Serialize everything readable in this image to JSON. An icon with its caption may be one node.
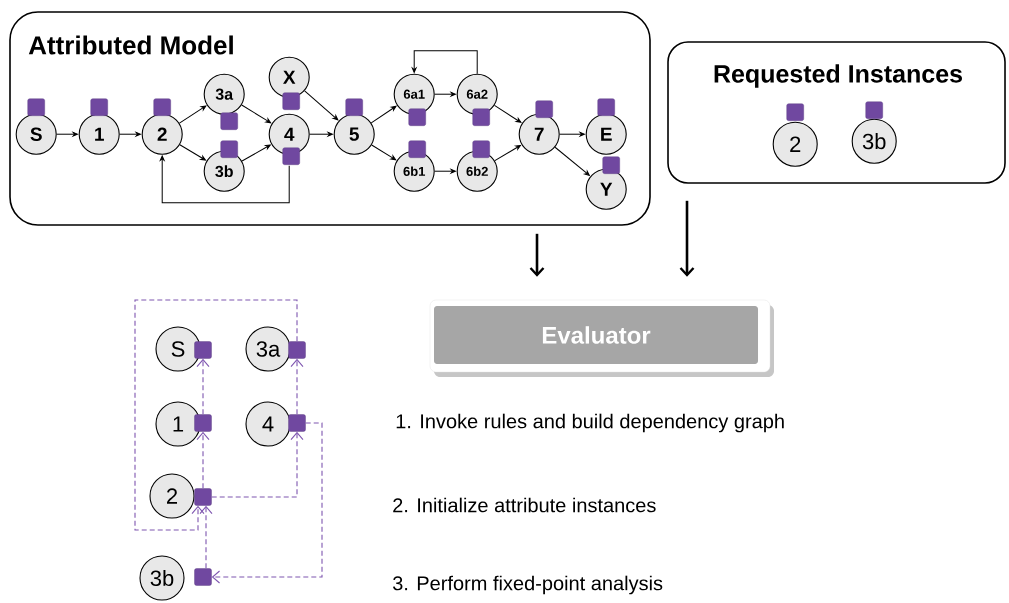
{
  "diagram": {
    "nodes": [
      {
        "text": [
          "Attributed Model"
        ]
      },
      {
        "text": [
          "S"
        ],
        "in": 0
      },
      {
        "text": [
          "1"
        ],
        "in": 0
      },
      {
        "text": [
          "2"
        ],
        "in": 0
      },
      {
        "text": [
          "3a"
        ],
        "in": 0
      },
      {
        "text": [
          "3b"
        ],
        "in": 0
      },
      {
        "text": [
          "X"
        ],
        "in": 0
      },
      {
        "text": [
          "4"
        ],
        "in": 0
      },
      {
        "text": [
          "5"
        ],
        "in": 0
      },
      {
        "text": [
          "6a1"
        ],
        "in": 0
      },
      {
        "text": [
          "6b1"
        ],
        "in": 0
      },
      {
        "text": [
          "6a2"
        ],
        "in": 0
      },
      {
        "text": [
          "6b2"
        ],
        "in": 0
      },
      {
        "text": [
          "7"
        ],
        "in": 0
      },
      {
        "text": [
          "E"
        ],
        "in": 0
      },
      {
        "text": [
          "Y"
        ],
        "in": 0
      },
      {
        "text": [],
        "shape": "box",
        "in": 0
      },
      {
        "text": [],
        "shape": "box",
        "in": 0
      },
      {
        "text": [],
        "shape": "box",
        "in": 0
      },
      {
        "text": [],
        "shape": "box",
        "in": 0
      },
      {
        "text": [],
        "shape": "box",
        "in": 0
      },
      {
        "text": [],
        "shape": "box",
        "in": 0
      },
      {
        "text": [],
        "shape": "box",
        "in": 0
      },
      {
        "text": [],
        "shape": "box",
        "in": 0
      },
      {
        "text": [],
        "shape": "box",
        "in": 0
      },
      {
        "text": [],
        "shape": "box",
        "in": 0
      },
      {
        "text": [],
        "shape": "box",
        "in": 0
      },
      {
        "text": [],
        "shape": "box",
        "in": 0
      },
      {
        "text": [],
        "shape": "box",
        "in": 0
      },
      {
        "text": [],
        "shape": "box",
        "in": 0
      },
      {
        "text": [],
        "shape": "box",
        "in": 0
      },
      {
        "text": [
          "Requested Instances"
        ]
      },
      {
        "text": [
          "2"
        ],
        "in": 31
      },
      {
        "text": [
          "3b"
        ],
        "in": 31
      },
      {
        "text": [],
        "shape": "box",
        "in": 31
      },
      {
        "text": [],
        "shape": "box",
        "in": 31
      },
      {
        "text": [
          "Evaluator"
        ]
      },
      {
        "text": [
          "S"
        ]
      },
      {
        "text": [
          "3a"
        ]
      },
      {
        "text": [
          "1"
        ]
      },
      {
        "text": [
          "4"
        ]
      },
      {
        "text": [
          "2"
        ]
      },
      {
        "text": [
          "3b"
        ]
      },
      {
        "text": [],
        "shape": "box"
      },
      {
        "text": [],
        "shape": "box"
      },
      {
        "text": [],
        "shape": "box"
      },
      {
        "text": [],
        "shape": "box"
      },
      {
        "text": [],
        "shape": "box"
      },
      {
        "text": [],
        "shape": "box"
      }
    ],
    "edges": [
      {
        "from": 1,
        "to": 2,
        "arrow": "to"
      },
      {
        "from": 2,
        "to": 3,
        "arrow": "to"
      },
      {
        "from": 3,
        "to": 4,
        "arrow": "to"
      },
      {
        "from": 3,
        "to": 5,
        "arrow": "to"
      },
      {
        "from": 4,
        "to": 7,
        "arrow": "to"
      },
      {
        "from": 5,
        "to": 7,
        "arrow": "to"
      },
      {
        "from": 6,
        "to": 8,
        "arrow": "to"
      },
      {
        "from": 7,
        "to": 8,
        "arrow": "to"
      },
      {
        "from": 7,
        "to": 3,
        "arrow": "to"
      },
      {
        "from": 8,
        "to": 9,
        "arrow": "to"
      },
      {
        "from": 8,
        "to": 10,
        "arrow": "to"
      },
      {
        "from": 9,
        "to": 11,
        "arrow": "to"
      },
      {
        "from": 11,
        "to": 9,
        "arrow": "to"
      },
      {
        "from": 10,
        "to": 12,
        "arrow": "to"
      },
      {
        "from": 11,
        "to": 13,
        "arrow": "to"
      },
      {
        "from": 12,
        "to": 13,
        "arrow": "to"
      },
      {
        "from": 13,
        "to": 14,
        "arrow": "to"
      },
      {
        "from": 13,
        "to": 15,
        "arrow": "to"
      },
      {
        "from": 0,
        "to": 36,
        "arrow": "to",
        "style": "thick"
      },
      {
        "from": 31,
        "to": 36,
        "arrow": "to",
        "style": "thick"
      },
      {
        "from": 45,
        "to": 43,
        "arrow": "to",
        "style": "dashed",
        "color": "#7f56b0"
      },
      {
        "from": 47,
        "to": 45,
        "arrow": "to",
        "style": "dashed",
        "color": "#7f56b0"
      },
      {
        "from": 48,
        "to": 47,
        "arrow": "to",
        "style": "dashed",
        "color": "#7f56b0"
      },
      {
        "from": 46,
        "to": 44,
        "arrow": "to",
        "style": "dashed",
        "color": "#7f56b0"
      },
      {
        "from": 47,
        "to": 46,
        "arrow": "to",
        "style": "dashed",
        "color": "#7f56b0"
      },
      {
        "from": 44,
        "to": 47,
        "arrow": "to",
        "style": "dashed",
        "color": "#7f56b0"
      },
      {
        "from": 46,
        "to": 48,
        "arrow": "to",
        "style": "dashed",
        "color": "#7f56b0"
      }
    ],
    "labels": [
      "1. Invoke rules and build dependency graph",
      "2. Initialize attribute instances",
      "3. Perform fixed-point analysis"
    ]
  }
}
